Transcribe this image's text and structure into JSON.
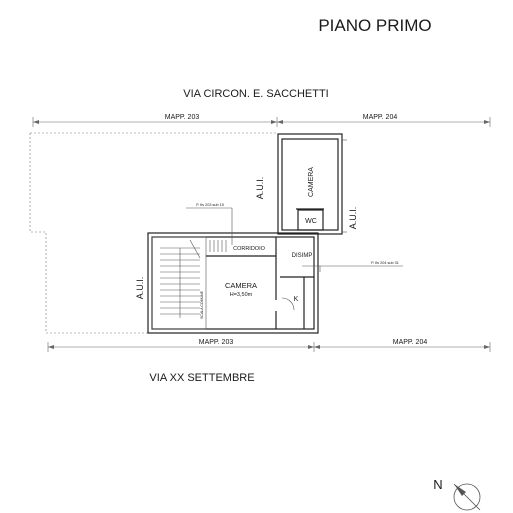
{
  "title": "PIANO PRIMO",
  "streets": {
    "top": "VIA CIRCON. E. SACCHETTI",
    "bottom": "VIA XX SETTEMBRE"
  },
  "dimensions": {
    "top_left": "MAPP. 203",
    "top_right": "MAPP. 204",
    "bottom_left": "MAPP. 203",
    "bottom_right": "MAPP. 204"
  },
  "rooms": {
    "camera_top": "CAMERA",
    "wc": "WC",
    "corridoio": "CORRIDOIO",
    "disimp": "DISIMP",
    "camera_main": "CAMERA",
    "camera_main_height": "H=3,50m",
    "k": "K",
    "scala": "SCALA COMUNE"
  },
  "aui": {
    "left": "A.U.I.",
    "center": "A.U.I.",
    "right": "A.U.I."
  },
  "parcels": {
    "p203": "P. fis 203 sub 15",
    "p204": "P. fis 204 sub 31"
  },
  "compass": {
    "label": "N"
  }
}
